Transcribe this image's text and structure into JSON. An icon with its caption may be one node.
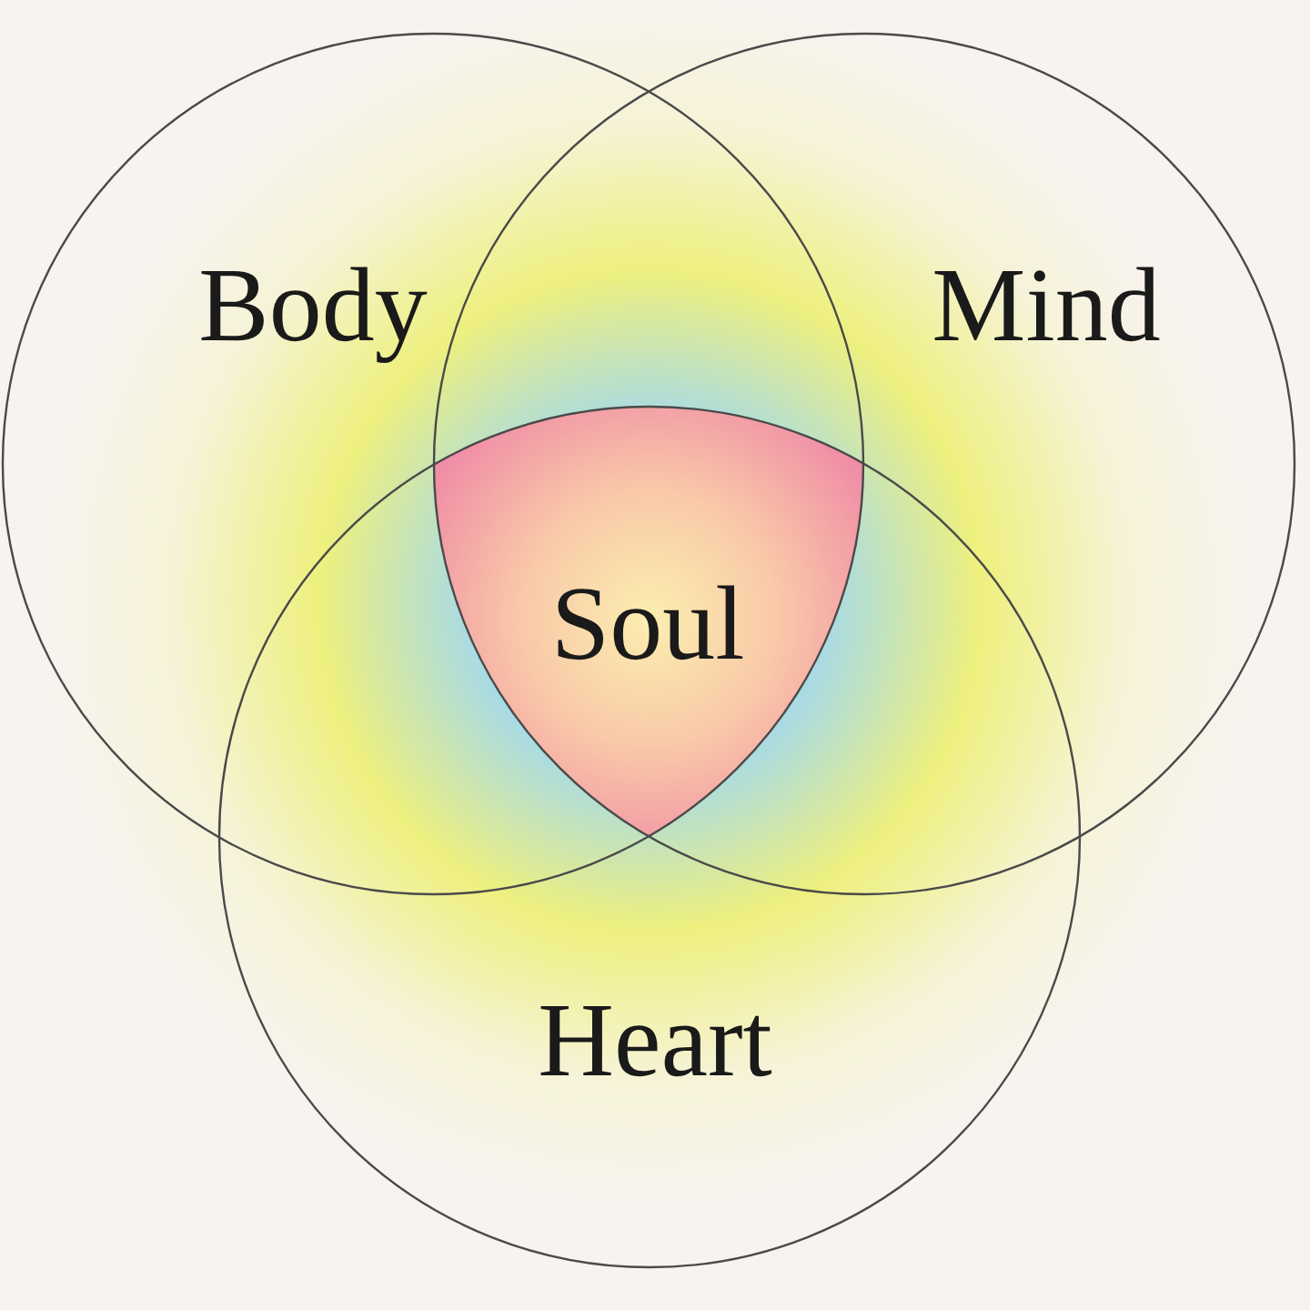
{
  "diagram": {
    "nodes": [
      {
        "text": [
          "Body"
        ]
      },
      {
        "text": [
          "Mind"
        ]
      },
      {
        "text": [
          "Heart"
        ]
      },
      {
        "text": [
          "Soul"
        ]
      }
    ],
    "edges": []
  }
}
